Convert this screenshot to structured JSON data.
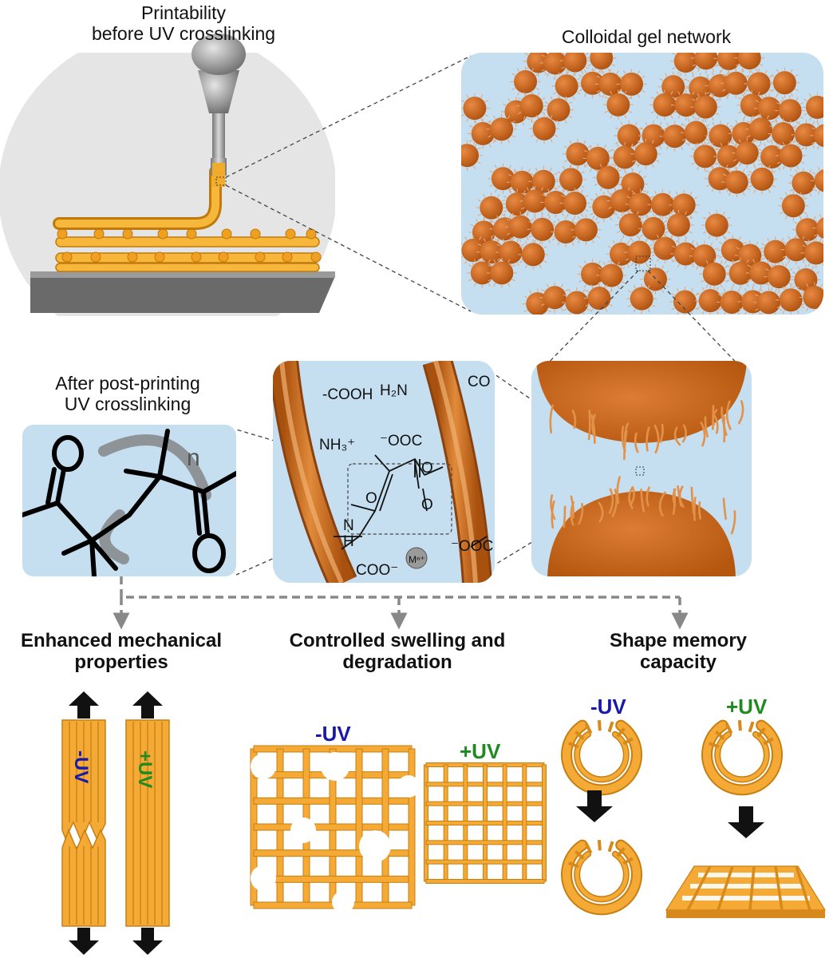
{
  "panels": {
    "printability": {
      "line1": "Printability",
      "line2": "before UV crosslinking"
    },
    "colloidal": {
      "title": "Colloidal gel network"
    },
    "after_uv": {
      "line1": "After post-printing",
      "line2": "UV crosslinking",
      "repeat_unit": "n"
    },
    "chemistry": {
      "cooh": "-COOH",
      "h2n": "H₂N",
      "nh3": "NH₃⁺",
      "ooc_top": "⁻OOC",
      "co_right": "CO",
      "ooc_bottom": "⁻OOC",
      "coo_bottom": "COO⁻",
      "metal": "Mⁿ⁺",
      "amide_n": "N",
      "amide_h": "H",
      "oxygen": "O"
    }
  },
  "properties": [
    {
      "line1": "Enhanced mechanical",
      "line2": "properties"
    },
    {
      "line1": "Controlled swelling and",
      "line2": "degradation"
    },
    {
      "line1": "Shape memory",
      "line2": "capacity"
    }
  ],
  "uv_labels": {
    "minus": "-UV",
    "plus": "+UV"
  },
  "colors": {
    "particle": "#c8641e",
    "strand": "#f0a830",
    "background_blue": "#c5dff0",
    "minus_uv": "#1a1aa8",
    "plus_uv": "#1f8a1f"
  }
}
